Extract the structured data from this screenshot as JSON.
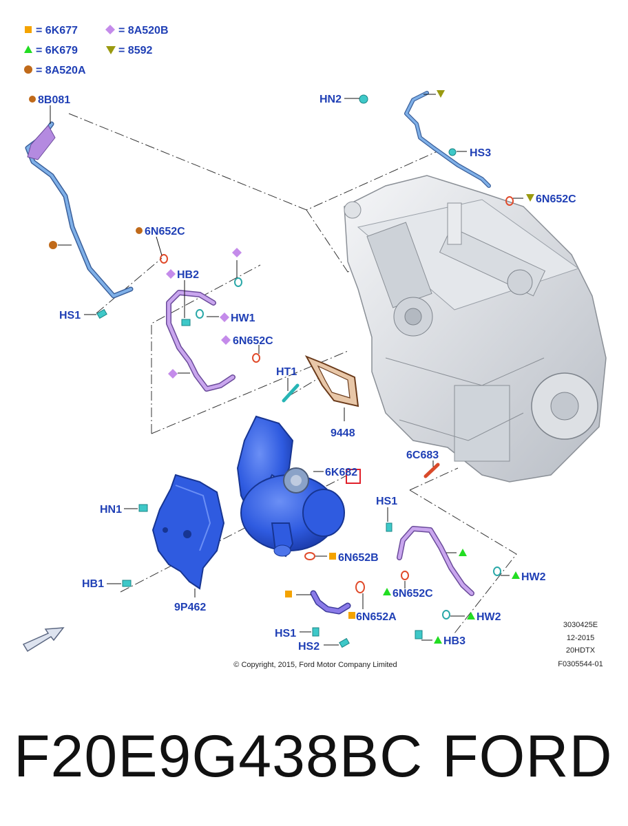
{
  "legend": [
    {
      "symbol": "square",
      "color": "#f4a300",
      "code": "6K677"
    },
    {
      "symbol": "diamond",
      "color": "#c48bea",
      "code": "8A520B"
    },
    {
      "symbol": "triangle-up",
      "color": "#22dd22",
      "code": "6K679"
    },
    {
      "symbol": "triangle-down",
      "color": "#9a9a10",
      "code": "8592"
    },
    {
      "symbol": "circle",
      "color": "#c06a1a",
      "code": "8A520A"
    }
  ],
  "callouts": {
    "c8b081": "8B081",
    "hn2": "HN2",
    "hs3": "HS3",
    "c6n652c_top": "6N652C",
    "c6n652c_left": "6N652C",
    "hs1_left": "HS1",
    "hb2": "HB2",
    "hw1": "HW1",
    "c6n652c_mid": "6N652C",
    "ht1": "HT1",
    "c9448": "9448",
    "c6c683": "6C683",
    "c6k682": "6K682",
    "hn1": "HN1",
    "hs1_right": "HS1",
    "c6n652b": "6N652B",
    "hb1": "HB1",
    "c9p462": "9P462",
    "hw2_upper": "HW2",
    "c6n652c_low": "6N652C",
    "c6n652a": "6N652A",
    "hw2_lower": "HW2",
    "hs1_bottom": "HS1",
    "hs2": "HS2",
    "hb3": "HB3"
  },
  "meta": {
    "code1": "3030425E",
    "date": "12-2015",
    "engine": "20HDTX",
    "ref": "F0305544-01",
    "copyright": "© Copyright, 2015, Ford Motor Company Limited"
  },
  "footer": {
    "part_number": "F20E9G438BC",
    "brand": "FORD"
  },
  "colors": {
    "label": "#1f3fb5",
    "turbo": "#2f5be0",
    "purple_pipe": "#b48ae0",
    "blue_pipe": "#6fa3e0",
    "fastener": "#3ec8c8",
    "gasket": "#c8602a",
    "highlight": "#e0202a"
  }
}
